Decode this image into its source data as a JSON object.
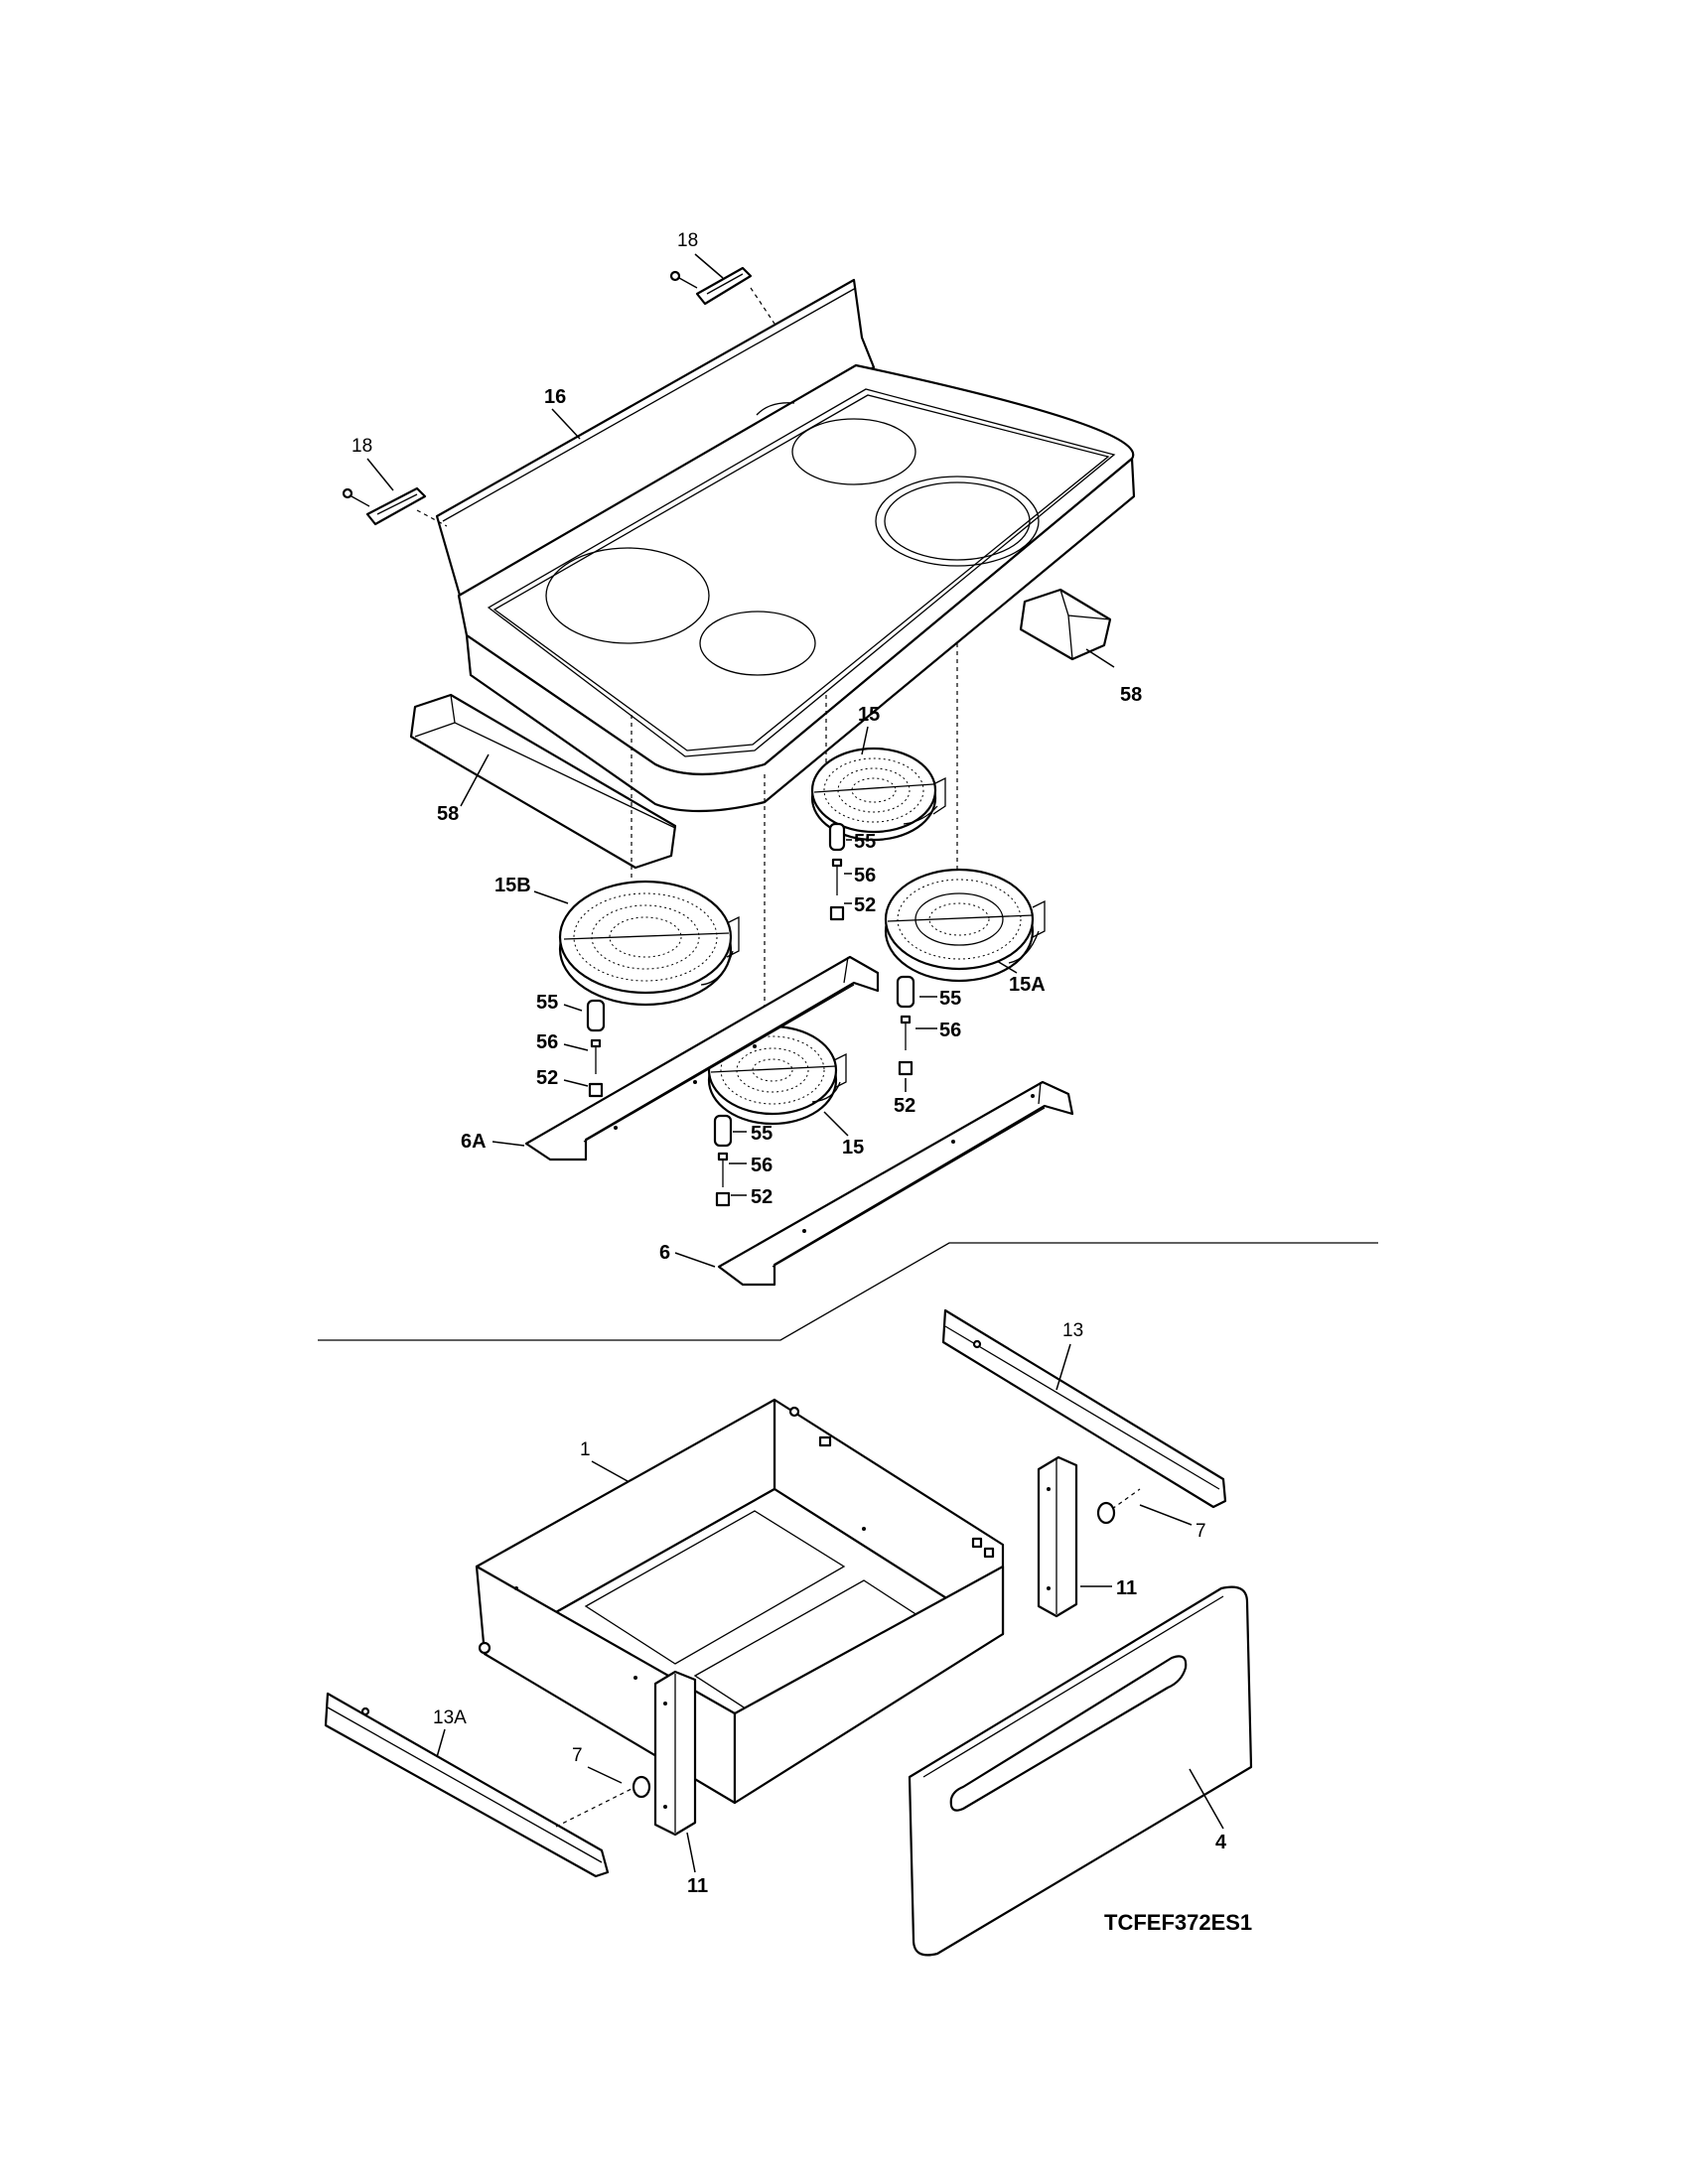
{
  "diagram_code": "TCFEF372ES1",
  "callouts": {
    "c18a": "18",
    "c18b": "18",
    "c16": "16",
    "c58a": "58",
    "c58b": "58",
    "c15a": "15",
    "c15b": "15",
    "c15B": "15B",
    "c15A": "15A",
    "c55a": "55",
    "c55b": "55",
    "c55c": "55",
    "c55d": "55",
    "c56a": "56",
    "c56b": "56",
    "c56c": "56",
    "c56d": "56",
    "c52a": "52",
    "c52b": "52",
    "c52c": "52",
    "c52d": "52",
    "c6A": "6A",
    "c6": "6",
    "c13": "13",
    "c13A": "13A",
    "c1": "1",
    "c7a": "7",
    "c7b": "7",
    "c11a": "11",
    "c11b": "11",
    "c4": "4"
  }
}
